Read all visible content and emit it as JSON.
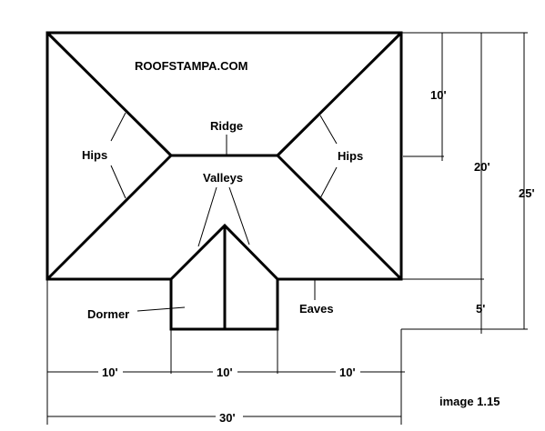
{
  "site": "ROOFSTAMPA.COM",
  "labels": {
    "hips_left": "Hips",
    "hips_right": "Hips",
    "ridge": "Ridge",
    "valleys": "Valleys",
    "dormer": "Dormer",
    "eaves": "Eaves"
  },
  "dimensions": {
    "right_10": "10'",
    "right_20": "20'",
    "right_25": "25'",
    "right_5": "5'",
    "bottom_left_10": "10'",
    "bottom_mid_10": "10'",
    "bottom_right_10": "10'",
    "bottom_total_30": "30'"
  },
  "caption": "image 1.15",
  "colors": {
    "line": "#000000",
    "background": "#ffffff"
  }
}
